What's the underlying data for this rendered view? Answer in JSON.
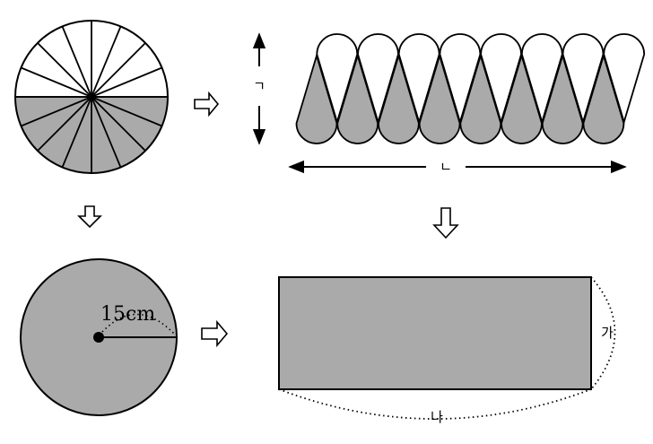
{
  "labels": {
    "height_mark": "ㄱ",
    "length_mark": "ㄴ",
    "radius": "15cm",
    "rect_height": "가",
    "rect_width": "나"
  },
  "colors": {
    "fill": "#aaaaaa",
    "stroke": "#000000",
    "background": "#ffffff"
  },
  "icons": {
    "arrow": "hollow-arrow-icon"
  }
}
